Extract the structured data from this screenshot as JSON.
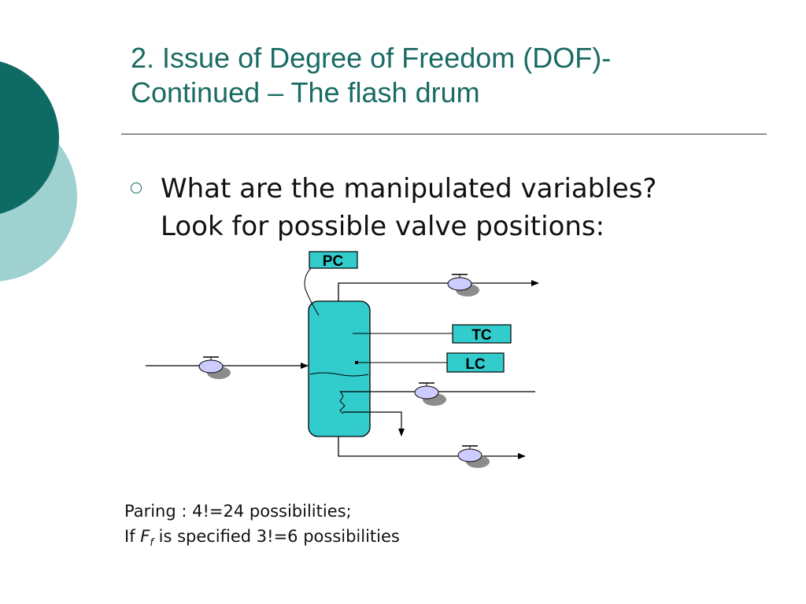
{
  "slide": {
    "title_line1": "2. Issue of Degree of Freedom (DOF)-",
    "title_line2": "Continued – The flash drum",
    "bullet_line1": "What are the manipulated variables?",
    "bullet_line2": "Look for possible valve positions:",
    "note_line1": "Paring : 4!=24 possibilities;",
    "note_line2_prefix": "If ",
    "note_line2_var": "F",
    "note_line2_sub": "f",
    "note_line2_suffix": " is specified 3!=6 possibilities"
  },
  "diagram": {
    "controllers": {
      "pressure": "PC",
      "temperature": "TC",
      "level": "LC"
    }
  },
  "colors": {
    "title": "#1a6b63",
    "drum_fill": "#33cccc",
    "controller_fill": "#33cccc",
    "deco_dark": "#0e6b63",
    "deco_light": "#9fd1d1",
    "valve_fill": "#ccccff",
    "valve_shadow": "#8c8c8c"
  }
}
